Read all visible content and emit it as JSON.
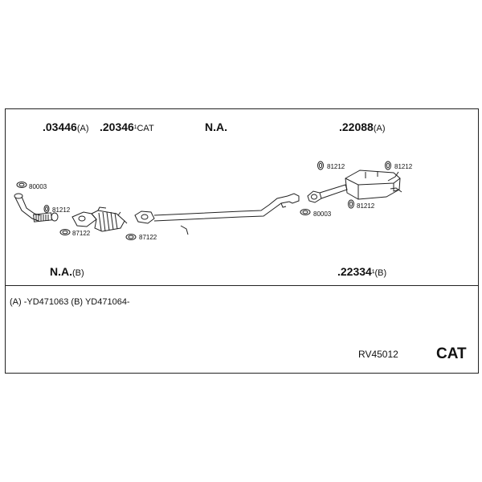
{
  "parts": {
    "p03446": {
      "num": ".03446",
      "suffix": "(A)"
    },
    "p20346": {
      "num": ".20346",
      "suffix": "¹CAT"
    },
    "na_top": {
      "num": "N.A.",
      "suffix": ""
    },
    "p22088": {
      "num": ".22088",
      "suffix": "(A)"
    },
    "na_bottom": {
      "num": "N.A.",
      "suffix": "(B)"
    },
    "p22334": {
      "num": ".22334",
      "suffix": "¹(B)"
    }
  },
  "small_parts": {
    "g80003_left": "80003",
    "r81212_left": "81212",
    "g87122_left": "87122",
    "g87122_mid": "87122",
    "r81212_rear_left": "81212",
    "r81212_rear_right": "81212",
    "g80003_right": "80003",
    "r81212_rear_bottom": "81212"
  },
  "notes": "(A) -YD471063  (B) YD471064-",
  "reference": "RV45012",
  "badge": "CAT"
}
